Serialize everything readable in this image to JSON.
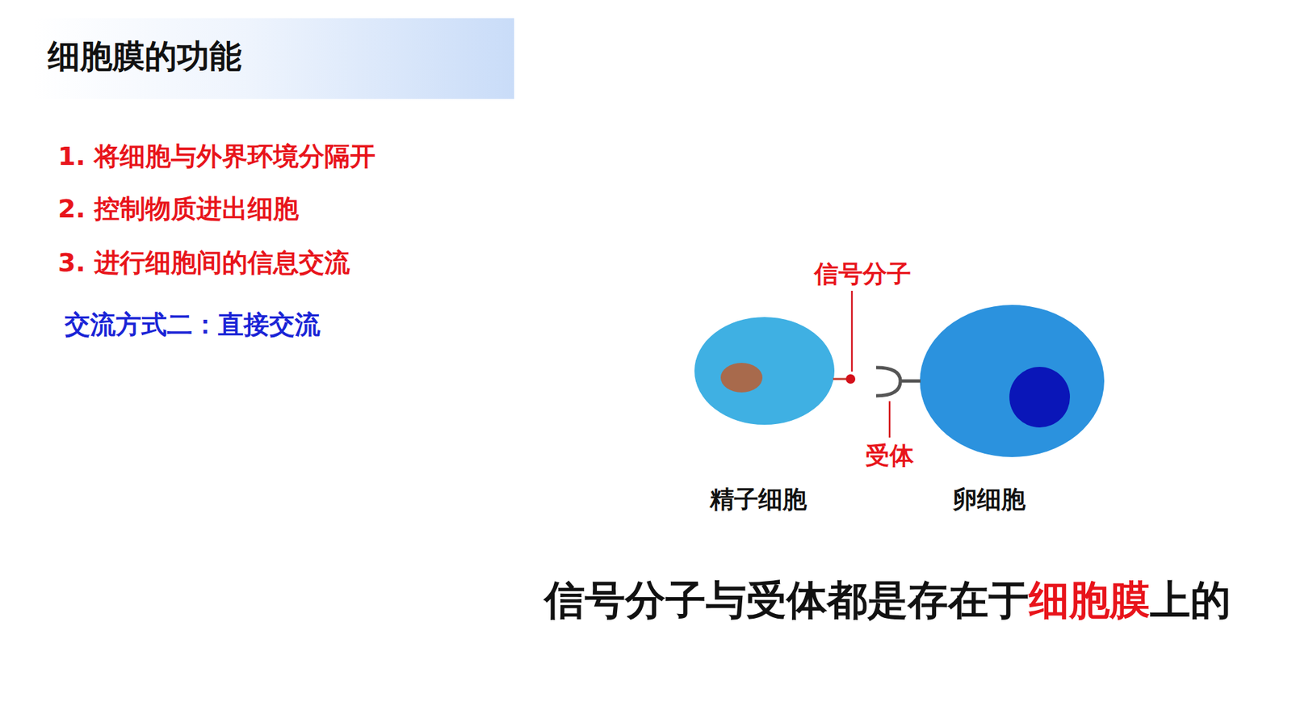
{
  "diagram": {
    "title": "细胞膜的功能",
    "labels": [
      "1. 将细胞与外界环境分隔开",
      "2. 控制物质进出细胞",
      "3. 进行细胞间的信息交流",
      "交流方式二：直接交流",
      "信号分子",
      "受体",
      "精子细胞",
      "卵细胞",
      "信号分子与受体都是存在于",
      "细胞膜",
      "上的"
    ]
  }
}
